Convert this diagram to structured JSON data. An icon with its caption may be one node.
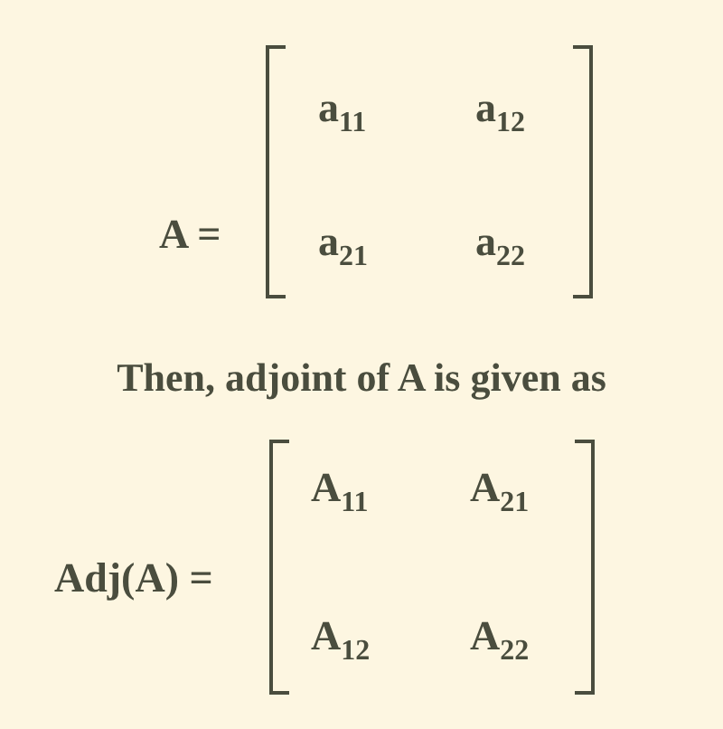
{
  "diagram": {
    "labels": [
      "A =",
      "a$_{11}$",
      "a$_{12}$",
      "a$_{21}$",
      "a$_{22}$",
      "Then, adjoint of A is given as",
      "Adj(A) =",
      "A$_{11}$",
      "A$_{21}$",
      "A$_{12}$",
      "A$_{22}$"
    ]
  }
}
